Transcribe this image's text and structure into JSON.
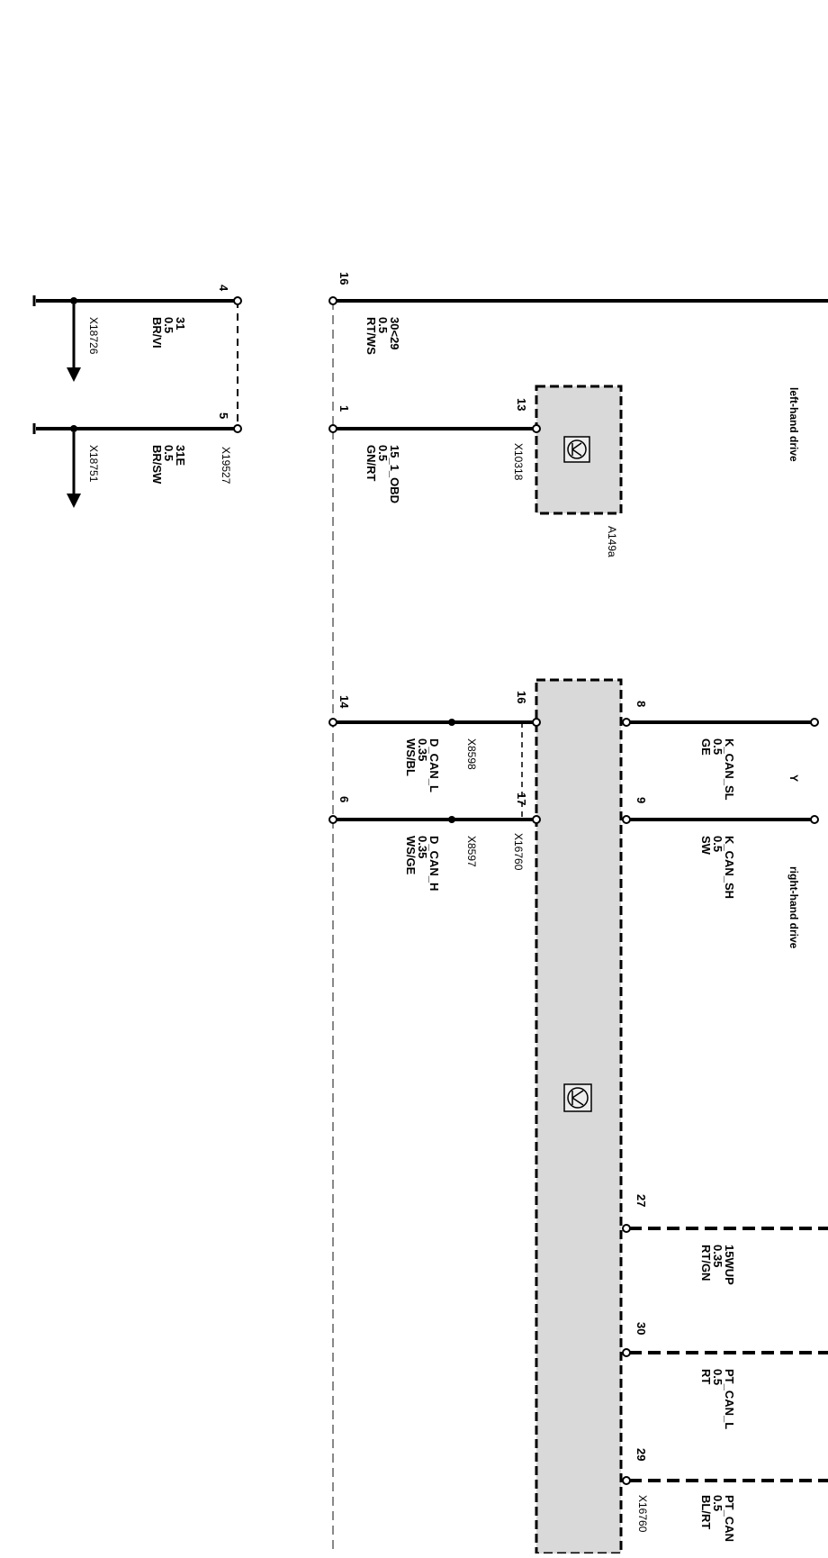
{
  "diagram": {
    "notes": {
      "left_hand_drive": "left-hand drive",
      "right_hand_drive": "right-hand drive",
      "y_marker": "Y"
    },
    "components": {
      "a149a": "A149a"
    },
    "connectors": {
      "x19527": "X19527",
      "x18726": "X18726",
      "x18751": "X18751",
      "x10318": "X10318",
      "x16760": "X16760",
      "x16760_b": "X16760",
      "x8598": "X8598",
      "x8597": "X8597"
    },
    "pins": {
      "p4": "4",
      "p5": "5",
      "p16a": "16",
      "p1": "1",
      "p13": "13",
      "p14": "14",
      "p6": "6",
      "p16b": "16",
      "p17": "17",
      "p8": "8",
      "p9": "9",
      "p27": "27",
      "p30": "30",
      "p29": "29"
    },
    "wires": {
      "w31": [
        "31",
        "0.5",
        "BR/VI"
      ],
      "w31e": [
        "31E",
        "0.5",
        "BR/SW"
      ],
      "w30": [
        "30<29",
        "0.5",
        "RT/WS"
      ],
      "w15": [
        "15_1_OBD",
        "0.5",
        "GN/RT"
      ],
      "w_dcanl": [
        "D_CAN_L",
        "0.35",
        "WS/BL"
      ],
      "w_dcanh": [
        "D_CAN_H",
        "0.35",
        "WS/GE"
      ],
      "w_kcansl": [
        "K_CAN_SL",
        "0.5",
        "GE"
      ],
      "w_kcansh": [
        "K_CAN_SH",
        "0.5",
        "SW"
      ],
      "w_15wup": [
        "15WUP",
        "0.35",
        "RT/GN"
      ],
      "w_ptcanl": [
        "PT_CAN_L",
        "0.5",
        "RT"
      ],
      "w_ptcanh": [
        "PT_CAN",
        "0.5",
        "BL/RT"
      ]
    }
  }
}
